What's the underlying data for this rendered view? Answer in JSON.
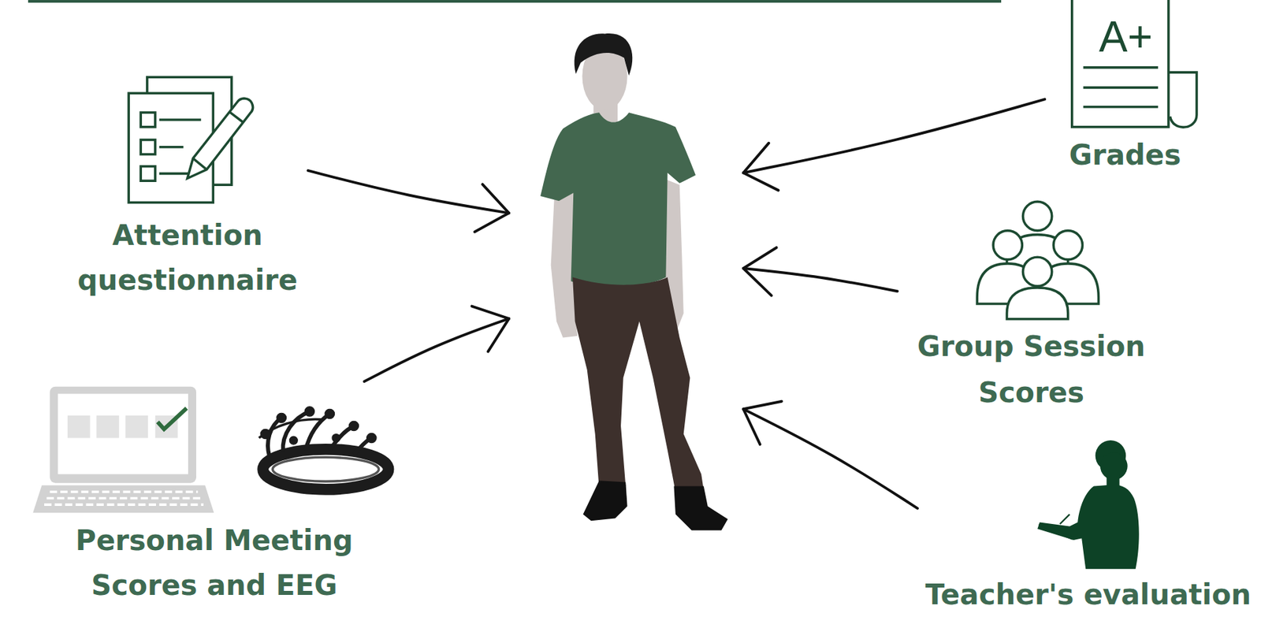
{
  "diagram": {
    "nodes": [
      {
        "text": [
          "Attention questionnaire"
        ]
      },
      {
        "text": [
          "Personal Meeting Scores and EEG"
        ]
      },
      {
        "text": []
      },
      {
        "text": [
          "Grades"
        ]
      },
      {
        "text": [
          "Group Session Scores"
        ]
      },
      {
        "text": [
          "Teacher's evaluation"
        ]
      }
    ],
    "edges": [
      {
        "from": 0,
        "to": 2,
        "arrow": "to"
      },
      {
        "from": 1,
        "to": 2,
        "arrow": "to"
      },
      {
        "from": 3,
        "to": 2,
        "arrow": "to"
      },
      {
        "from": 4,
        "to": 2,
        "arrow": "to"
      },
      {
        "from": 5,
        "to": 2,
        "arrow": "to"
      }
    ],
    "labels": [
      "A+"
    ]
  }
}
